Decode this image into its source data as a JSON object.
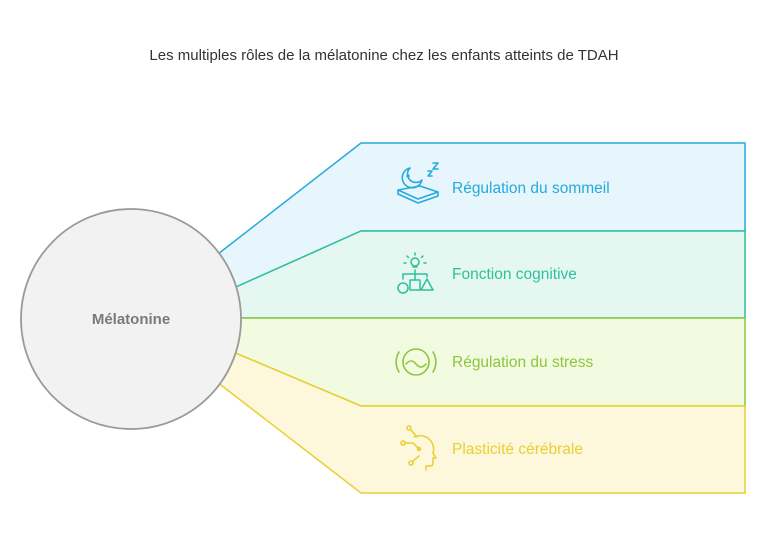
{
  "title": "Les multiples rôles de la mélatonine chez les enfants atteints de TDAH",
  "center": {
    "label": "Mélatonine"
  },
  "bands": [
    {
      "label": "Régulation du sommeil",
      "icon": "sleep-icon",
      "color": "#27a9dc",
      "fill": "#e6f6fc"
    },
    {
      "label": "Fonction cognitive",
      "icon": "cognition-icon",
      "color": "#2fc09a",
      "fill": "#e4f8f1"
    },
    {
      "label": "Régulation du stress",
      "icon": "stress-icon",
      "color": "#8dc63f",
      "fill": "#f2fadf"
    },
    {
      "label": "Plasticité cérébrale",
      "icon": "brain-icon",
      "color": "#e9cf33",
      "fill": "#fdf7db"
    }
  ]
}
